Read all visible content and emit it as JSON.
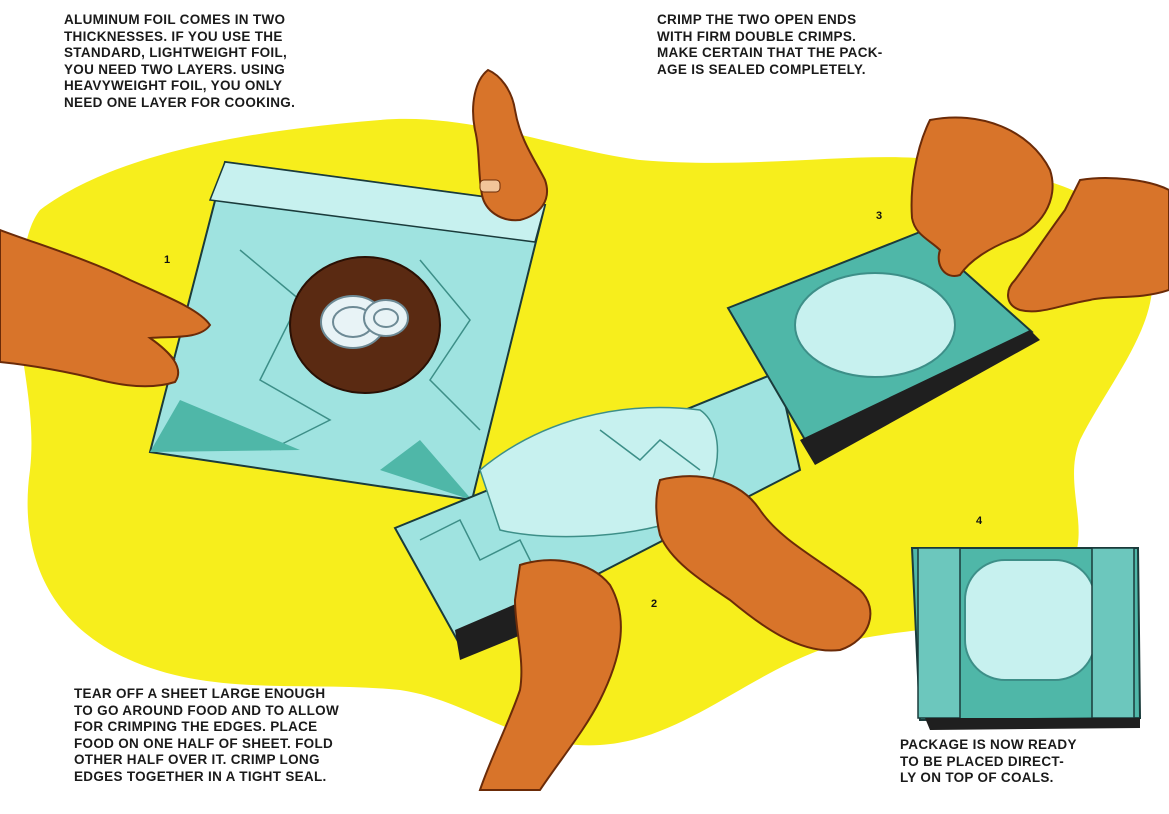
{
  "captions": {
    "top_left": "ALUMINUM FOIL COMES IN TWO\nTHICKNESSES. IF YOU USE THE\nSTANDARD, LIGHTWEIGHT FOIL,\nYOU NEED TWO LAYERS. USING\nHEAVYWEIGHT FOIL, YOU ONLY\nNEED ONE LAYER FOR COOKING.",
    "top_right": "CRIMP THE TWO OPEN ENDS\nWITH FIRM DOUBLE CRIMPS.\nMAKE CERTAIN THAT THE PACK-\nAGE IS SEALED COMPLETELY.",
    "bottom_left": "TEAR OFF A SHEET LARGE ENOUGH\nTO GO AROUND FOOD AND TO ALLOW\nFOR CRIMPING THE EDGES. PLACE\nFOOD ON ONE HALF OF SHEET. FOLD\nOTHER HALF OVER IT. CRIMP LONG\nEDGES TOGETHER IN A TIGHT SEAL.",
    "bottom_right": "PACKAGE IS NOW READY\nTO BE PLACED DIRECT-\nLY ON TOP OF COALS."
  },
  "steps": {
    "one": "1",
    "two": "2",
    "three": "3",
    "four": "4"
  },
  "colors": {
    "background": "#ffffff",
    "highlight": "#f7ee1c",
    "foil": "#9fe3e0",
    "foil_shadow": "#4fb7a8",
    "skin": "#d8742a",
    "skin_dark": "#8a3a10",
    "meat": "#5a2a12"
  }
}
